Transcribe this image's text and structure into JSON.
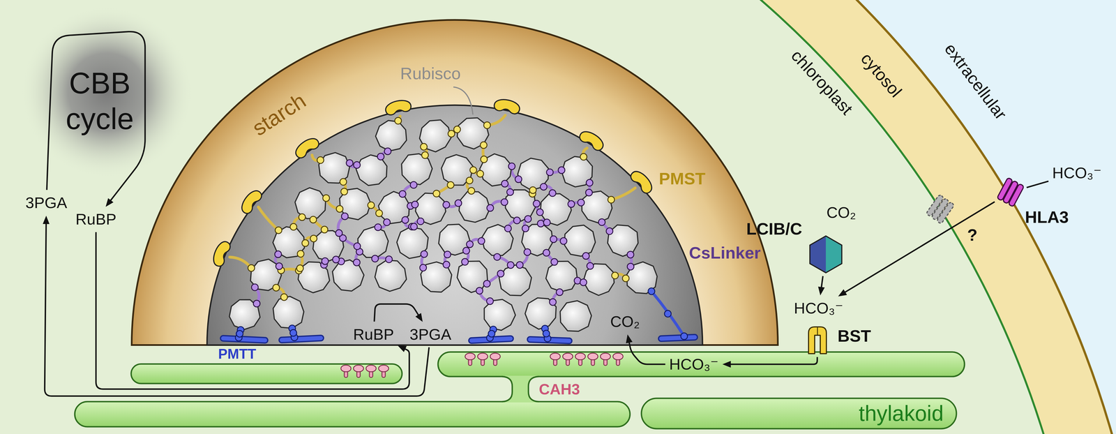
{
  "diagram": {
    "nodes": [
      {
        "text": [
          "CBB cycle"
        ]
      },
      {
        "text": [
          "3PGA"
        ]
      },
      {
        "text": [
          "RuBP"
        ]
      },
      {
        "text": [
          "starch"
        ]
      },
      {
        "text": [
          "RuBP"
        ],
        "in": 3
      },
      {
        "text": [
          "3PGA"
        ],
        "in": 3
      },
      {
        "text": [
          "CO₂"
        ],
        "in": 3
      },
      {
        "text": [
          "HCO₃⁻"
        ]
      },
      {
        "text": [
          "thylakoid"
        ]
      },
      {
        "text": [
          "BST"
        ]
      },
      {
        "text": [
          "HCO₃⁻"
        ]
      },
      {
        "text": [
          "LCIB/C"
        ]
      },
      {
        "text": [
          "?"
        ]
      },
      {
        "text": [
          "HLA3"
        ]
      },
      {
        "text": [
          "HCO₃⁻"
        ]
      }
    ],
    "edges": [
      {
        "from": 1,
        "to": 2,
        "arrow": "to"
      },
      {
        "from": 2,
        "to": 4,
        "arrow": "to"
      },
      {
        "from": 5,
        "to": 1,
        "arrow": "to"
      },
      {
        "from": 4,
        "to": 5,
        "arrow": "to"
      },
      {
        "from": 14,
        "to": 13,
        "arrow": "none"
      },
      {
        "from": 13,
        "to": 10,
        "arrow": "to"
      },
      {
        "from": 11,
        "to": 10,
        "arrow": "to"
      },
      {
        "from": 9,
        "to": 7,
        "arrow": "to"
      },
      {
        "from": 7,
        "to": 6,
        "arrow": "to"
      }
    ],
    "labels": [
      "Rubisco",
      "PMST",
      "CsLinker",
      "PMTT",
      "CAH3",
      "CO₂",
      "chloroplast",
      "cytosol",
      "extracellular"
    ]
  }
}
